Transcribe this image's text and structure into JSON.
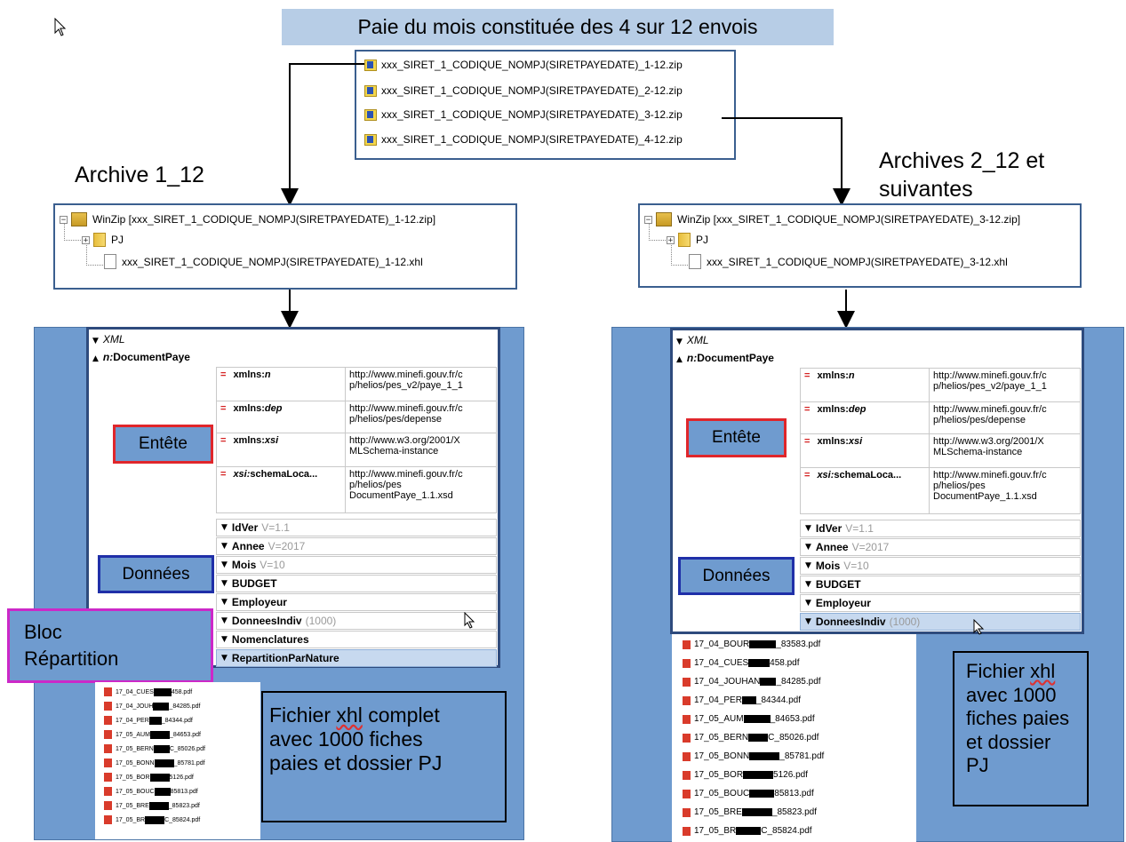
{
  "title": "Paie du mois constituée des 4 sur 12 envois",
  "zip_files": [
    "xxx_SIRET_1_CODIQUE_NOMPJ(SIRETPAYEDATE)_1-12.zip",
    "xxx_SIRET_1_CODIQUE_NOMPJ(SIRETPAYEDATE)_2-12.zip",
    "xxx_SIRET_1_CODIQUE_NOMPJ(SIRETPAYEDATE)_3-12.zip",
    "xxx_SIRET_1_CODIQUE_NOMPJ(SIRETPAYEDATE)_4-12.zip"
  ],
  "left": {
    "heading": "Archive 1_12",
    "winzip_title": "WinZip [xxx_SIRET_1_CODIQUE_NOMPJ(SIRETPAYEDATE)_1-12.zip]",
    "folder": "PJ",
    "xhl_file": "xxx_SIRET_1_CODIQUE_NOMPJ(SIRETPAYEDATE)_1-12.xhl",
    "callout_entete": "Entête",
    "callout_donnees": "Données",
    "callout_bloc_line1": "Bloc",
    "callout_bloc_line2": "Répartition",
    "fichier_lines": [
      "Fichier ",
      "xhl",
      " complet",
      "avec 1000 fiches",
      "paies et dossier PJ"
    ],
    "pdfs": [
      "17_04_CUES",
      "458.pdf",
      "17_04_JOUH",
      "_84285.pdf",
      "17_04_PER",
      "_84344.pdf",
      "17_05_AUM",
      "_84653.pdf",
      "17_05_BERN",
      "C_85026.pdf",
      "17_05_BONN",
      "_85781.pdf",
      "17_05_BOR",
      "5126.pdf",
      "17_05_BOUC",
      "85813.pdf",
      "17_05_BRE",
      "_85823.pdf",
      "17_05_BR",
      "C_85824.pdf"
    ]
  },
  "right": {
    "heading_line1": "Archives 2_12 et",
    "heading_line2": "suivantes",
    "winzip_title": "WinZip [xxx_SIRET_1_CODIQUE_NOMPJ(SIRETPAYEDATE)_3-12.zip]",
    "folder": "PJ",
    "xhl_file": "xxx_SIRET_1_CODIQUE_NOMPJ(SIRETPAYEDATE)_3-12.xhl",
    "callout_entete": "Entête",
    "callout_donnees": "Données",
    "fichier_lines": [
      "Fichier ",
      "xhl",
      "avec 1000",
      "fiches paies",
      "et dossier",
      "PJ"
    ],
    "pdfs": [
      "17_04_BOUR",
      "_83583.pdf",
      "17_04_CUES",
      "458.pdf",
      "17_04_JOUHAN",
      "_84285.pdf",
      "17_04_PER",
      "_84344.pdf",
      "17_05_AUM",
      "_84653.pdf",
      "17_05_BERN",
      "C_85026.pdf",
      "17_05_BONN",
      "_85781.pdf",
      "17_05_BOR",
      "5126.pdf",
      "17_05_BOUC",
      "85813.pdf",
      "17_05_BRE",
      "_85823.pdf",
      "17_05_BR",
      "C_85824.pdf"
    ]
  },
  "xml": {
    "root": "XML",
    "doc_prefix": "n:",
    "doc_name": "DocumentPaye",
    "attrs": [
      {
        "name_pre": "xmlns:",
        "name_em": "n",
        "value": "http://www.minefi.gouv.fr/cp/helios/pes_v2/paye_1_1",
        "v1": "http://www.minefi.gouv.fr/c",
        "v2": "p/helios/pes_v2/paye_1_1"
      },
      {
        "name_pre": "xmlns:",
        "name_em": "dep",
        "value": "http://www.minefi.gouv.fr/cp/helios/pes/depense",
        "v1": "http://www.minefi.gouv.fr/c",
        "v2": "p/helios/pes/depense"
      },
      {
        "name_pre": "xmlns:",
        "name_em": "xsi",
        "value": "http://www.w3.org/2001/XMLSchema-instance",
        "v1": "http://www.w3.org/2001/X",
        "v2": "MLSchema-instance"
      },
      {
        "name_pre": "",
        "name_em": "xsi:",
        "name_post": "schemaLoca...",
        "v1": "http://www.minefi.gouv.fr/c",
        "v2": "p/helios/pes",
        "v3": "DocumentPaye_1.1.xsd"
      }
    ],
    "nodes": [
      {
        "name": "IdVer",
        "v": "V=1.1"
      },
      {
        "name": "Annee",
        "v": "V=2017"
      },
      {
        "name": "Mois",
        "v": "V=10"
      },
      {
        "name": "BUDGET",
        "v": ""
      },
      {
        "name": "Employeur",
        "v": ""
      },
      {
        "name": "DonneesIndiv",
        "v": "(1000)"
      },
      {
        "name": "Nomenclatures",
        "v": ""
      },
      {
        "name": "RepartitionParNature",
        "v": ""
      }
    ]
  }
}
